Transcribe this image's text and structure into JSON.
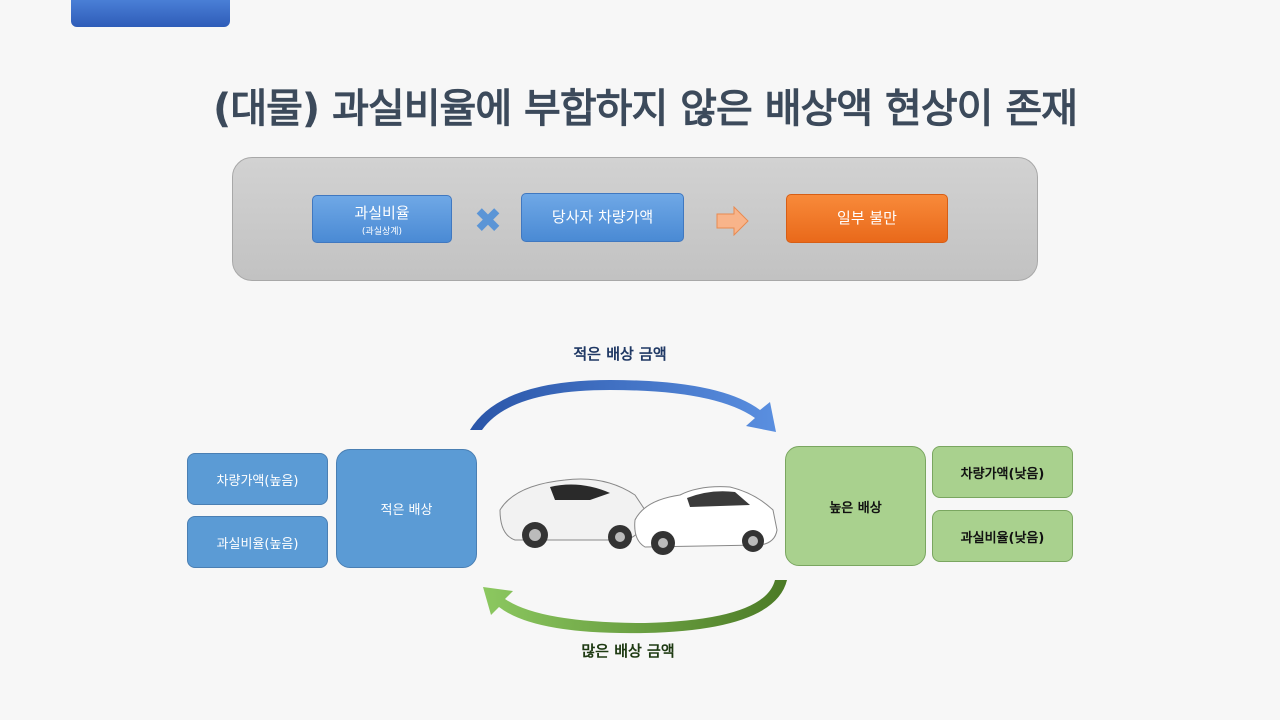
{
  "title": "(대물) 과실비율에 부합하지 않은 배상액 현상이 존재",
  "formula": {
    "term1_label": "과실비율",
    "term1_sub": "(과실상계)",
    "operator_icon": "multiply-icon",
    "term2_label": "당사자 차량가액",
    "result_icon": "arrow-right-icon",
    "result_label": "일부 불만"
  },
  "cycle": {
    "top_arc_label": "적은 배상 금액",
    "bottom_arc_label": "많은 배상 금액",
    "left": {
      "factors": [
        "차량가액(높음)",
        "과실비율(높음)"
      ],
      "outcome": "적은 배상"
    },
    "right": {
      "factors": [
        "차량가액(낮음)",
        "과실비율(낮음)"
      ],
      "outcome": "높은 배상"
    },
    "image": "car-collision-image"
  },
  "colors": {
    "blue": "#5b9bd5",
    "green": "#a9d18e",
    "orange": "#ed7d31",
    "title": "#3c4a5b"
  }
}
